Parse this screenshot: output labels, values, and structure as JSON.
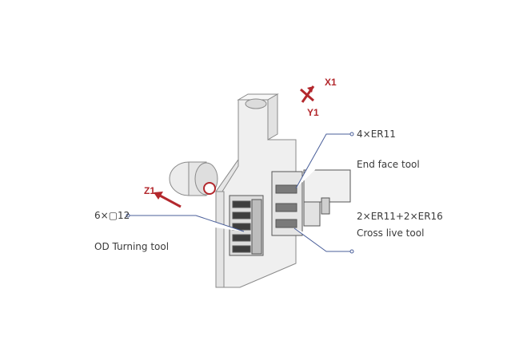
{
  "colors": {
    "axis_red": "#b3282d",
    "leader_blue": "#4a5f9a",
    "part_fill": "#f1f1f1",
    "part_edge": "#8a8a8a"
  },
  "axes": {
    "x1": "X1",
    "y1": "Y1",
    "z1": "Z1"
  },
  "callouts": {
    "er11_count": "4×ER11",
    "end_face": "End face tool",
    "cross_count": "2×ER11+2×ER16",
    "cross_live": "Cross live tool",
    "od_count": "6×▢12",
    "od_turning": "OD Turning tool"
  }
}
